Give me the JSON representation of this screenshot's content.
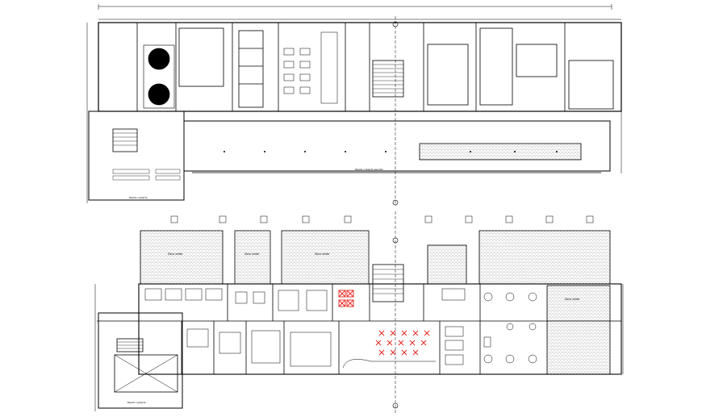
{
  "colors": {
    "line": "#000000",
    "background": "#ffffff",
    "hatch": "#7a7a7a",
    "highlight": "#e8201a"
  },
  "plan_upper": {
    "corridor_note": "Pasillo  cubierto  sencillo",
    "stair_note": "Pasillo cubierto"
  },
  "plan_lower": {
    "hatched_room_labels": [
      "Zona verde",
      "Zona verde",
      "Zona verde",
      "Zona verde"
    ],
    "stair_note": "Pasillo cubierto"
  }
}
